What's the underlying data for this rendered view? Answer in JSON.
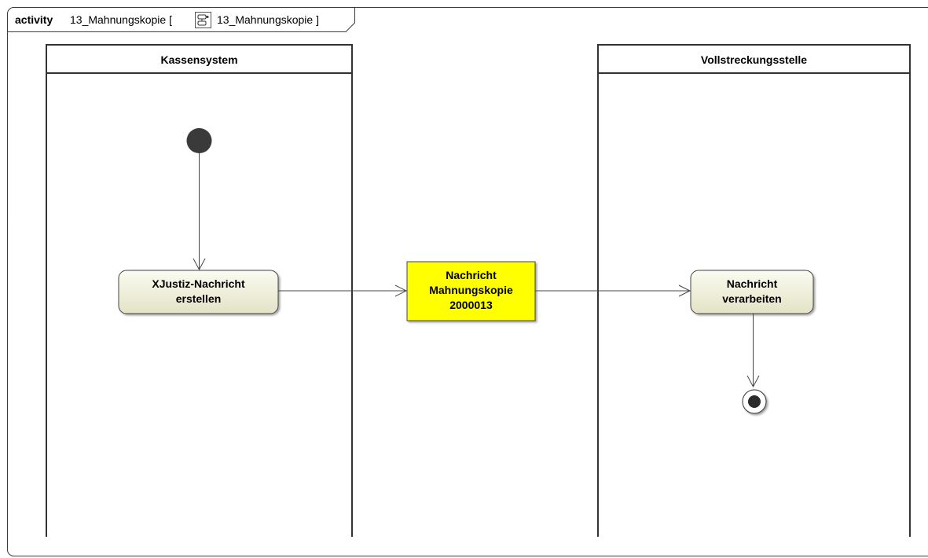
{
  "frame": {
    "keyword": "activity",
    "name": "13_Mahnungskopie [",
    "ref_name": "13_Mahnungskopie ]",
    "ref_icon": "activity-diagram-icon"
  },
  "lanes": [
    {
      "title": "Kassensystem"
    },
    {
      "title": "Vollstreckungsstelle"
    }
  ],
  "nodes": {
    "initial": {
      "kind": "initial-node"
    },
    "action1": {
      "line1": "XJustiz-Nachricht",
      "line2": "erstellen"
    },
    "object": {
      "line1": "Nachricht",
      "line2": "Mahnungskopie",
      "line3": "2000013"
    },
    "action2": {
      "line1": "Nachricht",
      "line2": "verarbeiten"
    },
    "final": {
      "kind": "activity-final-node"
    }
  },
  "colors": {
    "object_fill": "#ffff00",
    "action_fill_light": "#fbfbf0",
    "action_fill_dark": "#e3e3c7",
    "initial_fill": "#3a3a3a"
  }
}
